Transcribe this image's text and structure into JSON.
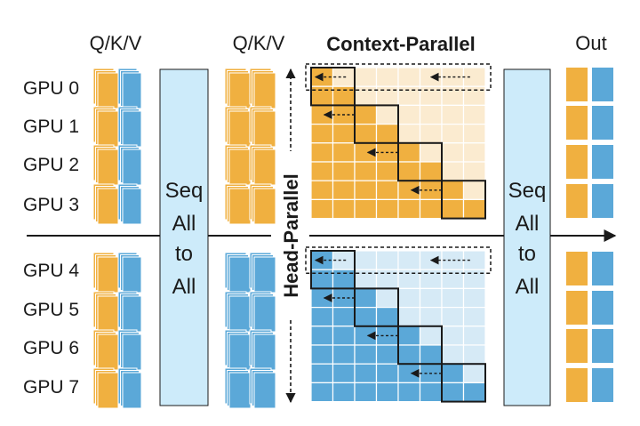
{
  "headers": {
    "qkv_left": "Q/K/V",
    "qkv_mid": "Q/K/V",
    "context_parallel": "Context-Parallel",
    "out": "Out"
  },
  "side_label": "Head-Parallel",
  "gpus": [
    "GPU 0",
    "GPU 1",
    "GPU 2",
    "GPU 3",
    "GPU 4",
    "GPU 5",
    "GPU 6",
    "GPU 7"
  ],
  "all_to_all_left": [
    "Seq",
    "All",
    "to",
    "All"
  ],
  "all_to_all_right": [
    "Seq",
    "All",
    "to",
    "All"
  ],
  "colors": {
    "orange": "#F0B040",
    "orange_light": "#FBEBD0",
    "blue": "#5BA8D8",
    "blue_light": "#D6EAF6",
    "panel": "#CDEBFA",
    "line": "#1a1a1a"
  }
}
